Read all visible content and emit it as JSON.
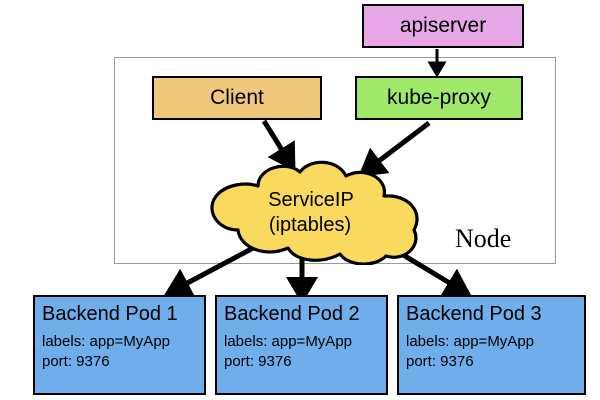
{
  "diagram": {
    "title_nodes": {
      "apiserver": "apiserver",
      "client": "Client",
      "kube_proxy": "kube-proxy",
      "node": "Node"
    },
    "cloud": {
      "line1": "ServiceIP",
      "line2": "(iptables)"
    },
    "pods": [
      {
        "title": "Backend Pod 1",
        "labels": "labels: app=MyApp",
        "port": "port: 9376"
      },
      {
        "title": "Backend Pod 2",
        "labels": "labels: app=MyApp",
        "port": "port: 9376"
      },
      {
        "title": "Backend Pod 3",
        "labels": "labels: app=MyApp",
        "port": "port: 9376"
      }
    ],
    "colors": {
      "apiserver_fill": "#e8a8e8",
      "client_fill": "#efc87c",
      "kube_proxy_fill": "#a0e86a",
      "cloud_fill": "#fad95f",
      "pod_fill": "#6faeea",
      "stroke": "#000000",
      "node_border": "#9a9a9a",
      "background": "#ffffff"
    },
    "edges": [
      {
        "from": "apiserver",
        "to": "kube-proxy"
      },
      {
        "from": "client",
        "to": "serviceip-cloud"
      },
      {
        "from": "kube-proxy",
        "to": "serviceip-cloud"
      },
      {
        "from": "serviceip-cloud",
        "to": "backend-pod-1"
      },
      {
        "from": "serviceip-cloud",
        "to": "backend-pod-2"
      },
      {
        "from": "serviceip-cloud",
        "to": "backend-pod-3"
      }
    ]
  }
}
